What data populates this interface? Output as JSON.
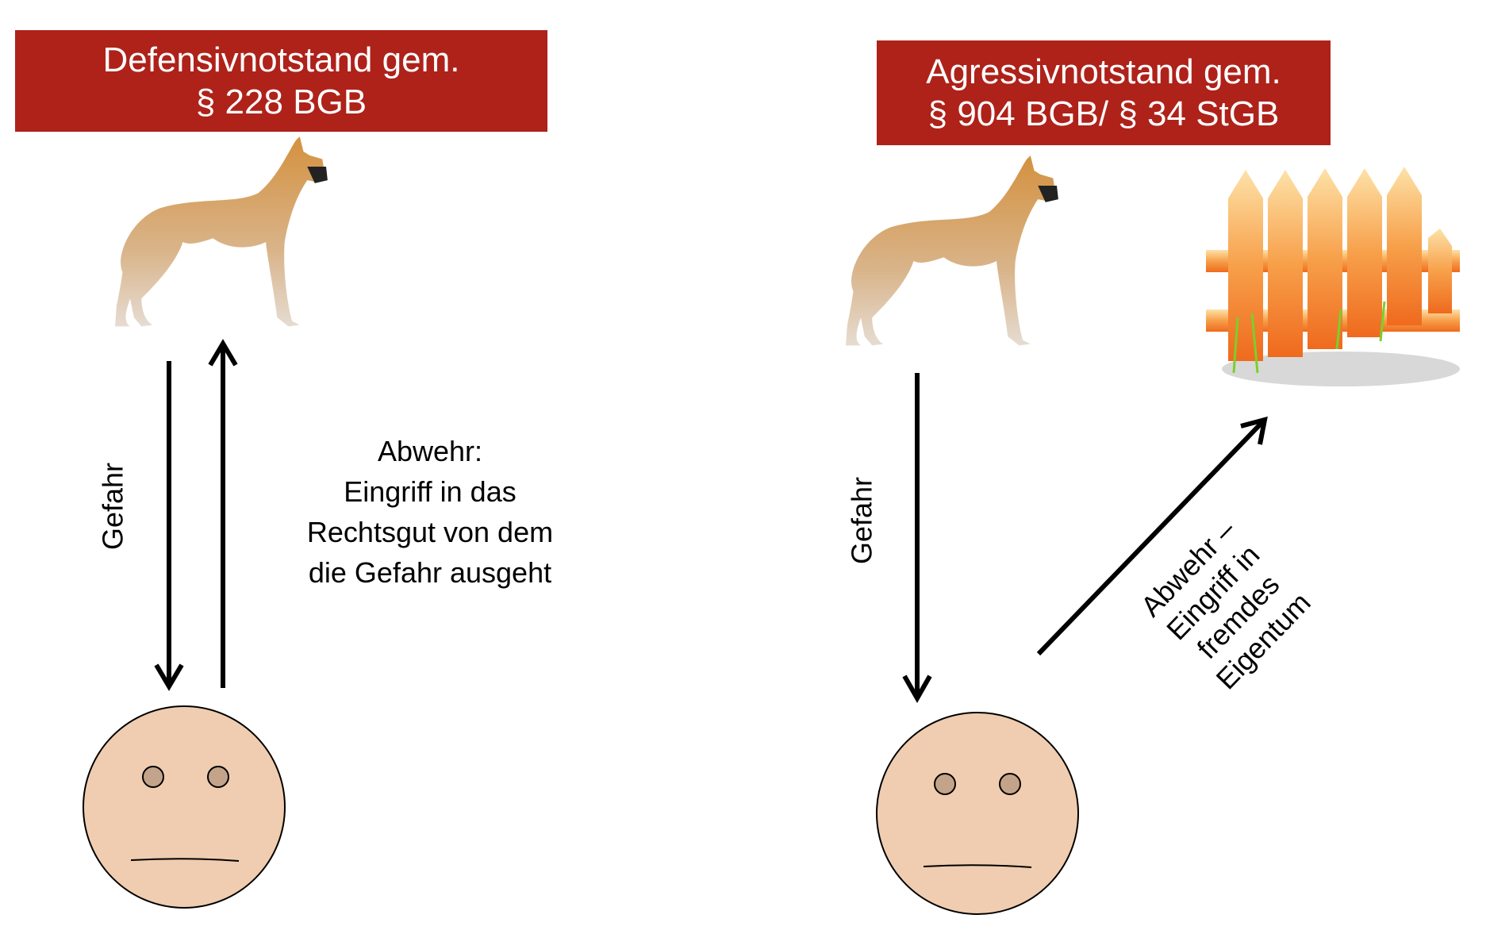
{
  "left_panel": {
    "header_line1": "Defensivnotstand gem.",
    "header_line2": "§ 228 BGB",
    "danger_label": "Gefahr",
    "defense_lines": [
      "Abwehr:",
      "Eingriff in das",
      "Rechtsgut von dem",
      "die Gefahr ausgeht"
    ]
  },
  "right_panel": {
    "header_line1": "Agressivnotstand gem.",
    "header_line2": "§ 904 BGB/ § 34 StGB",
    "danger_label": "Gefahr",
    "defense_lines": [
      "Abwehr –",
      "Eingriff in",
      "fremdes",
      "Eigentum"
    ]
  },
  "colors": {
    "header_bg": "#ae221a",
    "face": "#f0cdb0",
    "eye": "#c3a48a"
  }
}
